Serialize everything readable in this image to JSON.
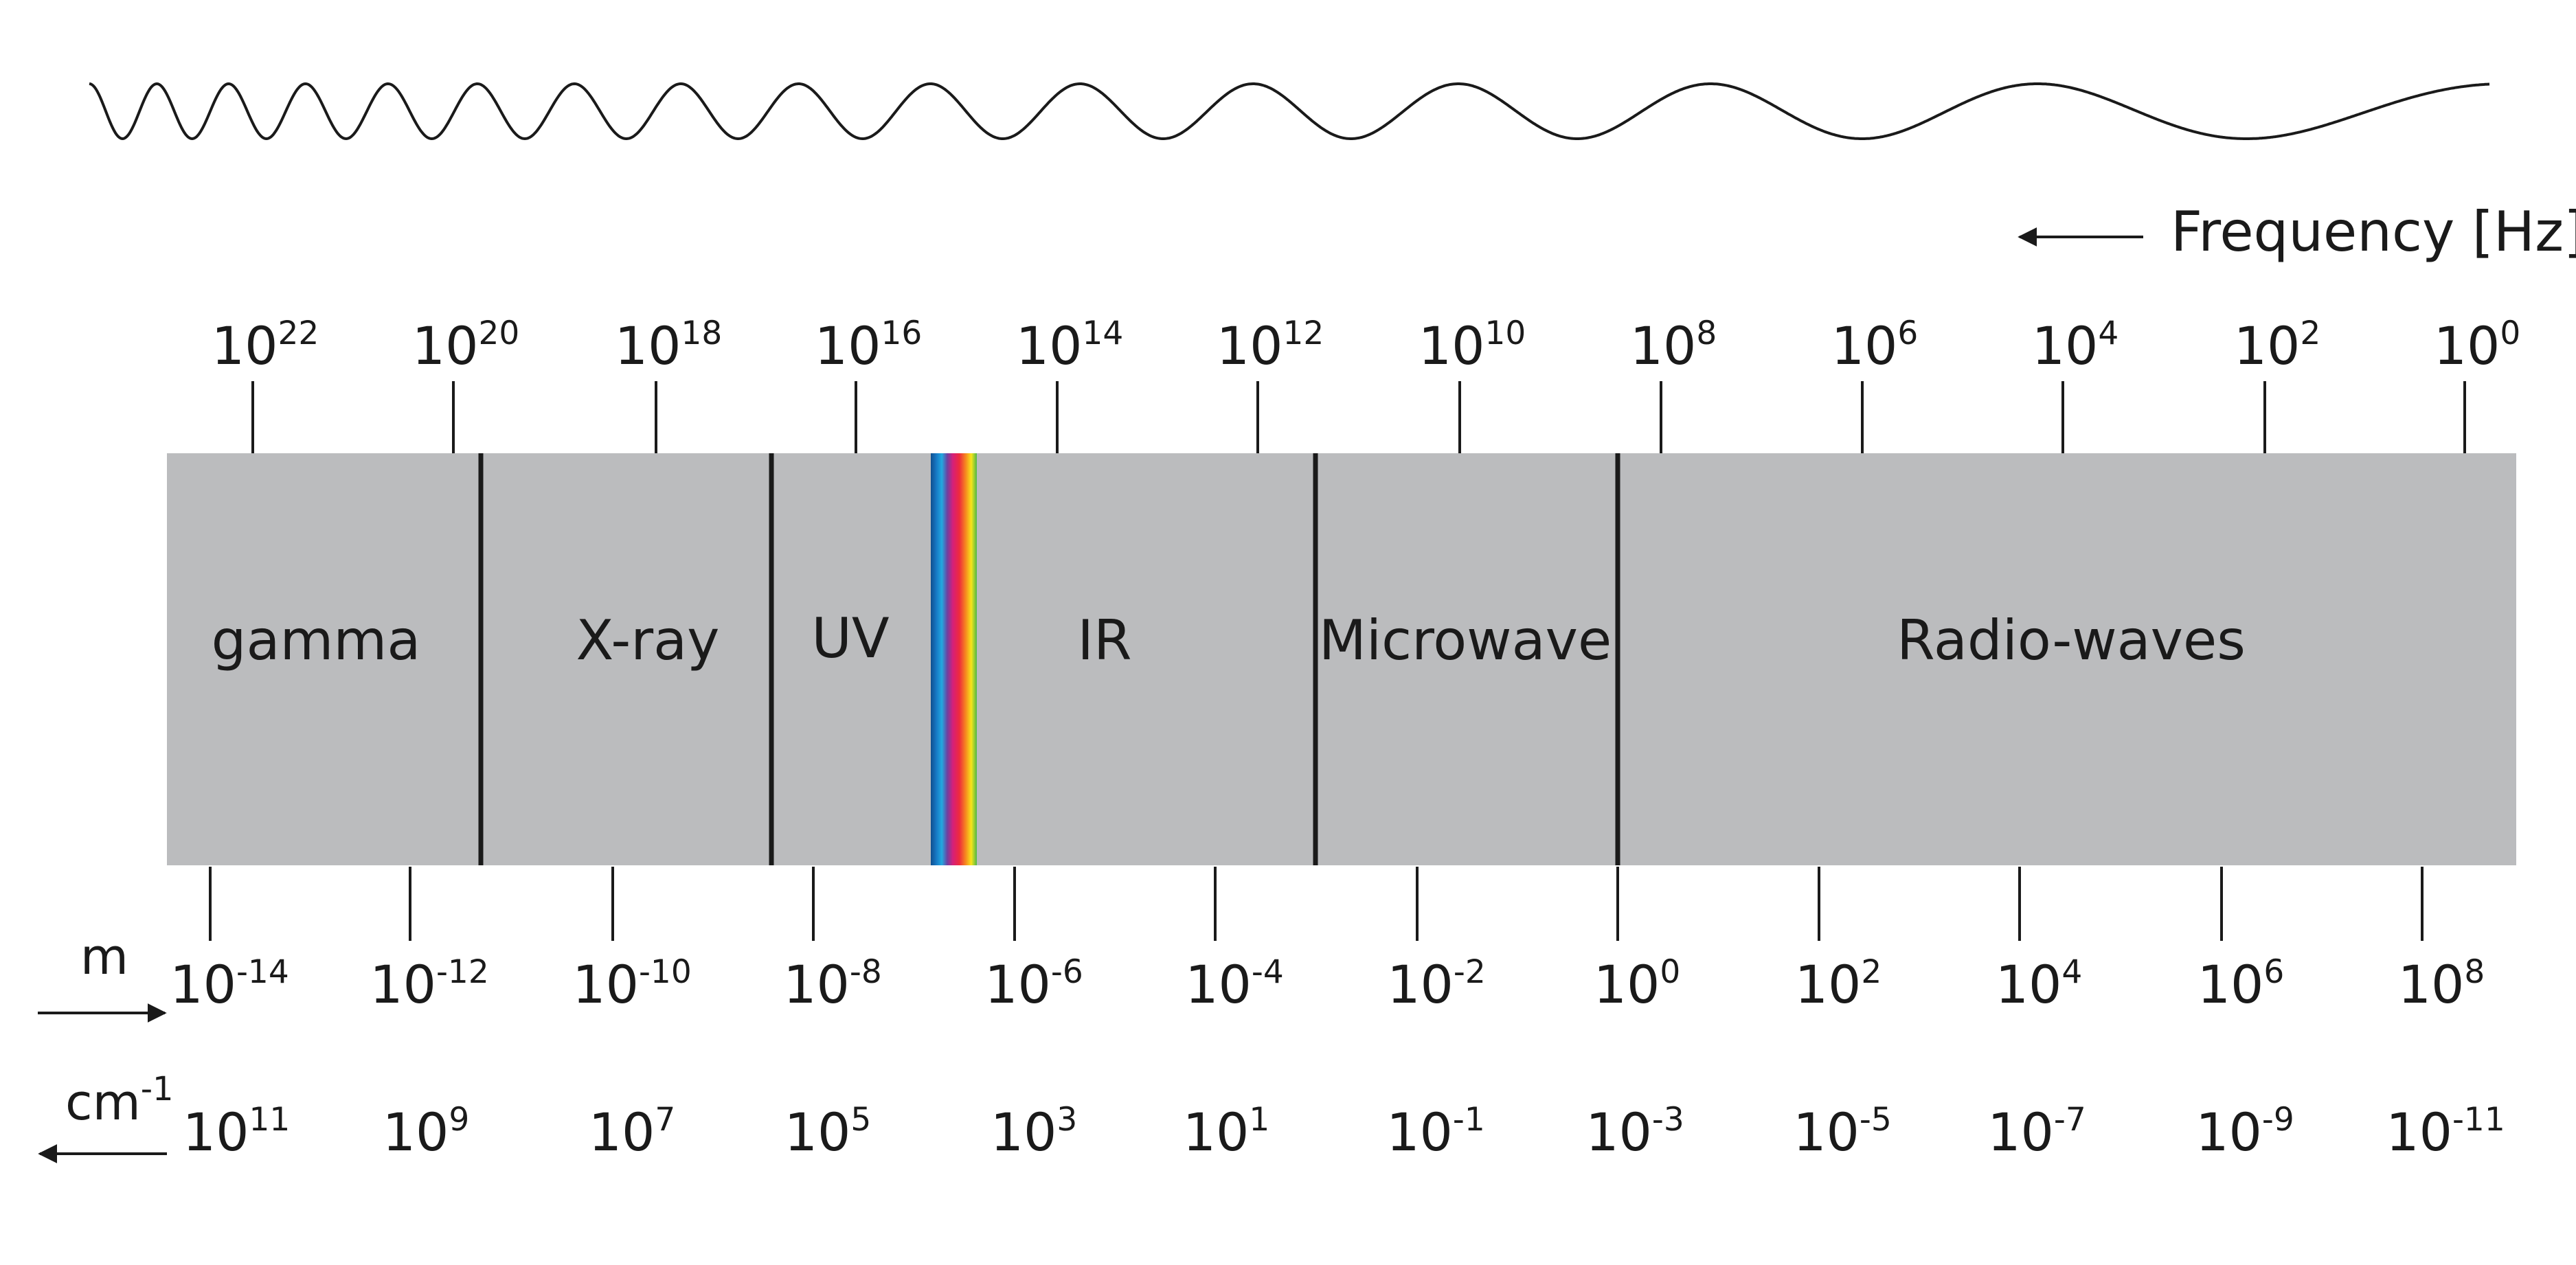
{
  "frequency_axis": {
    "label": "Frequency [Hz]",
    "ticks": [
      {
        "base": "10",
        "exp": "22"
      },
      {
        "base": "10",
        "exp": "20"
      },
      {
        "base": "10",
        "exp": "18"
      },
      {
        "base": "10",
        "exp": "16"
      },
      {
        "base": "10",
        "exp": "14"
      },
      {
        "base": "10",
        "exp": "12"
      },
      {
        "base": "10",
        "exp": "10"
      },
      {
        "base": "10",
        "exp": "8"
      },
      {
        "base": "10",
        "exp": "6"
      },
      {
        "base": "10",
        "exp": "4"
      },
      {
        "base": "10",
        "exp": "2"
      },
      {
        "base": "10",
        "exp": "0"
      }
    ]
  },
  "bands": [
    "gamma",
    "X-ray",
    "UV",
    "IR",
    "Microwave",
    "Radio-waves"
  ],
  "wavelength_axis": {
    "unit": "m",
    "ticks": [
      {
        "base": "10",
        "exp": "-14"
      },
      {
        "base": "10",
        "exp": "-12"
      },
      {
        "base": "10",
        "exp": "-10"
      },
      {
        "base": "10",
        "exp": "-8"
      },
      {
        "base": "10",
        "exp": "-6"
      },
      {
        "base": "10",
        "exp": "-4"
      },
      {
        "base": "10",
        "exp": "-2"
      },
      {
        "base": "10",
        "exp": "0"
      },
      {
        "base": "10",
        "exp": "2"
      },
      {
        "base": "10",
        "exp": "4"
      },
      {
        "base": "10",
        "exp": "6"
      },
      {
        "base": "10",
        "exp": "8"
      }
    ]
  },
  "wavenumber_axis": {
    "unit_base": "cm",
    "unit_exp": "-1",
    "ticks": [
      {
        "base": "10",
        "exp": "11"
      },
      {
        "base": "10",
        "exp": "9"
      },
      {
        "base": "10",
        "exp": "7"
      },
      {
        "base": "10",
        "exp": "5"
      },
      {
        "base": "10",
        "exp": "3"
      },
      {
        "base": "10",
        "exp": "1"
      },
      {
        "base": "10",
        "exp": "-1"
      },
      {
        "base": "10",
        "exp": "-3"
      },
      {
        "base": "10",
        "exp": "-5"
      },
      {
        "base": "10",
        "exp": "-7"
      },
      {
        "base": "10",
        "exp": "-9"
      },
      {
        "base": "10",
        "exp": "-11"
      }
    ]
  },
  "colors": {
    "band_fill": "#bbbcbe",
    "ink": "#1a1a1a"
  }
}
